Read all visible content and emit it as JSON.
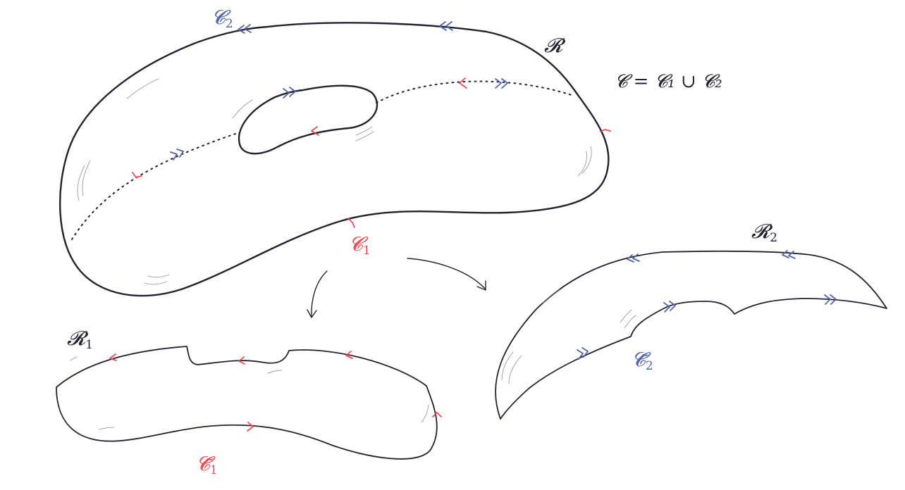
{
  "colors": {
    "outline": "#23232f",
    "c1": "#ec4c52",
    "c2": "#5364a4"
  },
  "labels": {
    "surface": "𝓡",
    "surface_1_main": "𝓡",
    "surface_1_sub": "1",
    "surface_2_main": "𝓡",
    "surface_2_sub": "2",
    "curve_1_main": "𝓒",
    "curve_1_sub": "1",
    "curve_2_main": "𝓒",
    "curve_2_sub": "2",
    "curve_1_tilde_main": "𝓒̃",
    "curve_1_tilde_sub": "1",
    "curve_2_tilde_main": "𝓒̃",
    "curve_2_tilde_sub": "2",
    "union_equation": "𝓒 = 𝓒₁ ∪ 𝓒₂"
  }
}
